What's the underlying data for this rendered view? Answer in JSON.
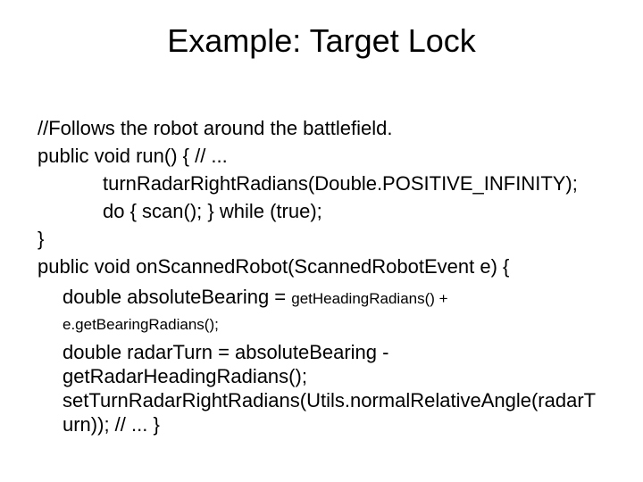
{
  "slide": {
    "title": "Example: Target Lock",
    "background_color": "#ffffff",
    "text_color": "#000000",
    "code": {
      "comment_line": "//Follows the robot around the battlefield.",
      "run_signature": "public void run() { // ...",
      "turn_radar": "turnRadarRightRadians(Double.POSITIVE_INFINITY);",
      "do_scan": "do { scan(); } while (true);",
      "close_brace": "}",
      "on_scanned_signature": "public void onScannedRobot(ScannedRobotEvent e) {",
      "absolute_bearing_main": "double absoluteBearing = ",
      "absolute_bearing_small_1": "getHeadingRadians() +",
      "absolute_bearing_small_2": "e.getBearingRadians();",
      "radar_turn_line_1": "double radarTurn = absoluteBearing -",
      "radar_turn_line_2": "getRadarHeadingRadians();",
      "set_turn_line_1": "setTurnRadarRightRadians(Utils.normalRelativeAngle(radarT",
      "set_turn_line_2": "urn)); // ... }"
    }
  }
}
